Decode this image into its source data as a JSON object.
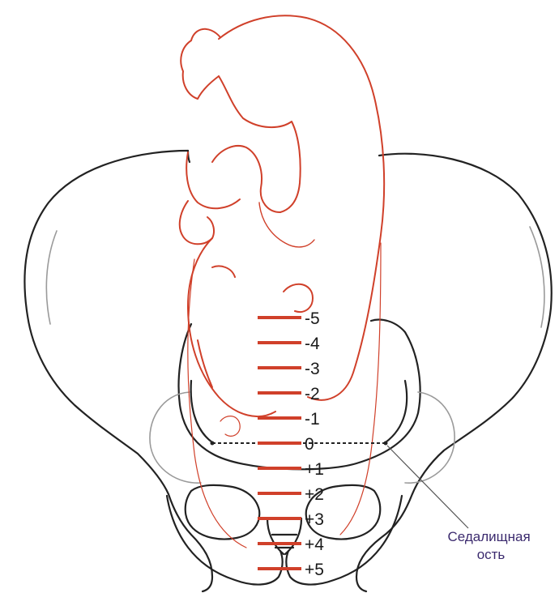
{
  "diagram": {
    "stations": [
      "-5",
      "-4",
      "-3",
      "-2",
      "-1",
      "0",
      "+1",
      "+2",
      "+3",
      "+4",
      "+5"
    ],
    "ischial_spine_label": [
      "Седалищная",
      "ость"
    ]
  },
  "colors": {
    "fetus_outline": "#d0402a",
    "station_bar": "#d0402a",
    "pelvis_outline": "#222222",
    "pelvis_inner": "#9a9a9a",
    "zero_line": "#222222",
    "label_text": "#1a1a1a",
    "spine_label_text": "#3b2a6e"
  }
}
